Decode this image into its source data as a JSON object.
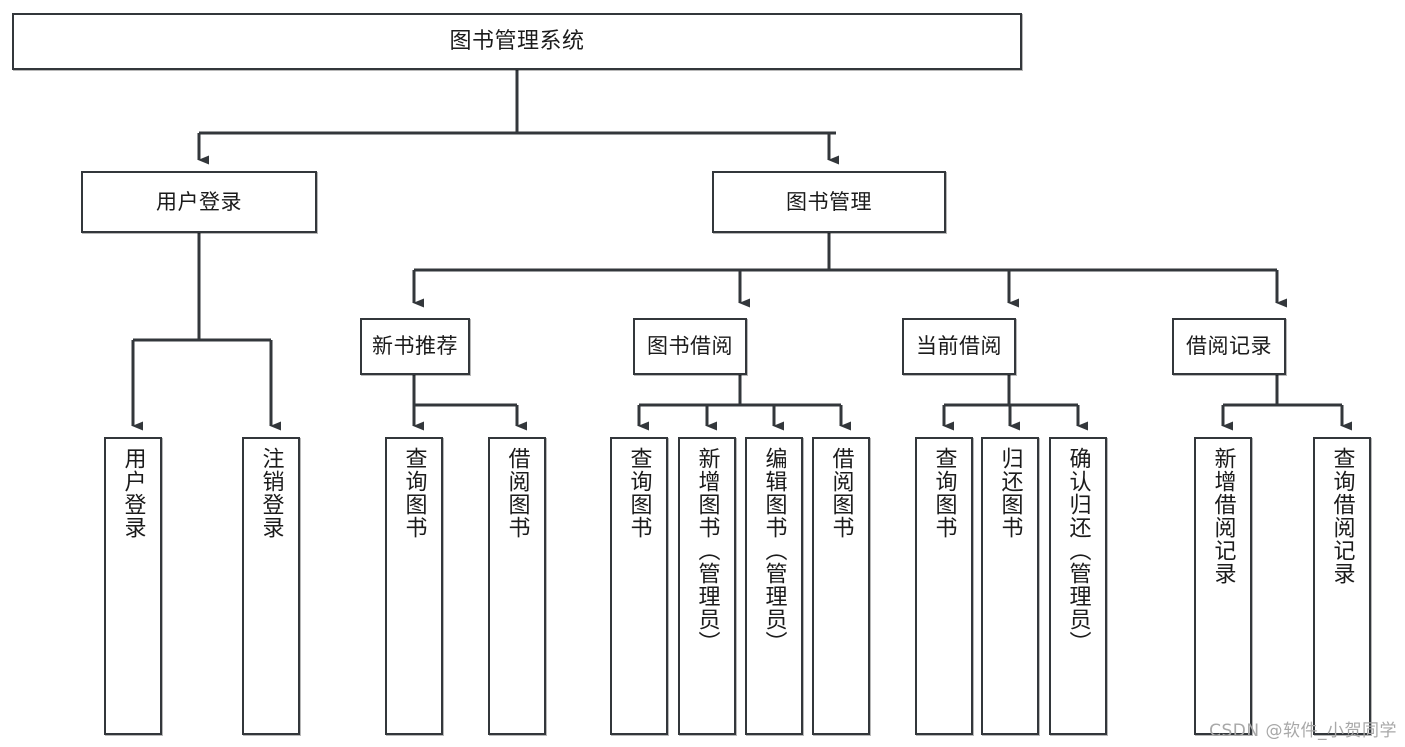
{
  "diagram": {
    "type": "tree-hierarchy",
    "title": "图书管理系统",
    "watermark": "CSDN @软件_小贺同学",
    "colors": {
      "box_border": "#33373b",
      "box_fill": "#ffffff",
      "edge": "#33373b",
      "text": "#1b1b1b",
      "watermark": "#a8a8a8"
    },
    "nodes": {
      "root": {
        "label": "图书管理系统",
        "orientation": "horizontal"
      },
      "l1": [
        {
          "id": "user-login",
          "label": "用户登录",
          "orientation": "horizontal"
        },
        {
          "id": "book-manage",
          "label": "图书管理",
          "orientation": "horizontal"
        }
      ],
      "l2": [
        {
          "id": "new-book-recommend",
          "label": "新书推荐",
          "orientation": "horizontal"
        },
        {
          "id": "book-borrow",
          "label": "图书借阅",
          "orientation": "horizontal"
        },
        {
          "id": "current-borrow",
          "label": "当前借阅",
          "orientation": "horizontal"
        },
        {
          "id": "borrow-record",
          "label": "借阅记录",
          "orientation": "horizontal"
        }
      ],
      "leaves": {
        "user_login": [
          {
            "id": "leaf-user-login",
            "label": "用户登录",
            "orientation": "vertical"
          },
          {
            "id": "leaf-logout",
            "label": "注销登录",
            "orientation": "vertical"
          }
        ],
        "new_book_recommend": [
          {
            "id": "leaf-query-book-1",
            "label": "查询图书",
            "orientation": "vertical"
          },
          {
            "id": "leaf-borrow-book-1",
            "label": "借阅图书",
            "orientation": "vertical"
          }
        ],
        "book_borrow": [
          {
            "id": "leaf-query-book-2",
            "label": "查询图书",
            "orientation": "vertical"
          },
          {
            "id": "leaf-add-book",
            "label": "新增图书（管理员）",
            "orientation": "vertical"
          },
          {
            "id": "leaf-edit-book",
            "label": "编辑图书（管理员）",
            "orientation": "vertical"
          },
          {
            "id": "leaf-borrow-book-2",
            "label": "借阅图书",
            "orientation": "vertical"
          }
        ],
        "current_borrow": [
          {
            "id": "leaf-query-book-3",
            "label": "查询图书",
            "orientation": "vertical"
          },
          {
            "id": "leaf-return-book",
            "label": "归还图书",
            "orientation": "vertical"
          },
          {
            "id": "leaf-confirm-return",
            "label": "确认归还（管理员）",
            "orientation": "vertical"
          }
        ],
        "borrow_record": [
          {
            "id": "leaf-add-record",
            "label": "新增借阅记录",
            "orientation": "vertical"
          },
          {
            "id": "leaf-query-record",
            "label": "查询借阅记录",
            "orientation": "vertical"
          }
        ]
      }
    }
  }
}
